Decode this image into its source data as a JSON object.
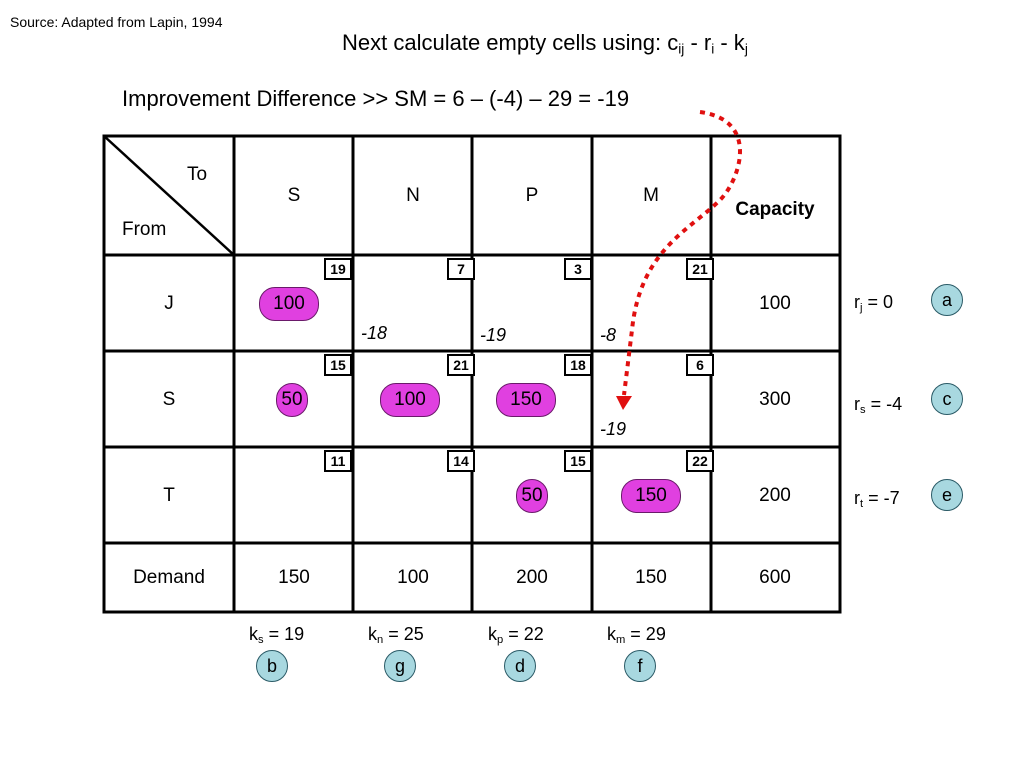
{
  "source": "Source:  Adapted from Lapin, 1994",
  "heading": {
    "text": "Next calculate empty cells using:  c",
    "sub1": "ij",
    "mid1": " - r",
    "sub2": "i",
    "mid2": "  -  k",
    "sub3": "j"
  },
  "improvement": "Improvement Difference >>   SM = 6 – (-4) – 29 = -19",
  "corner": {
    "to": "To",
    "from": "From"
  },
  "columns": [
    "S",
    "N",
    "P",
    "M"
  ],
  "capacity_label": "Capacity",
  "rows": [
    {
      "label": "J",
      "costs": [
        "19",
        "7",
        "3",
        "21"
      ],
      "alloc": [
        "100",
        "",
        "",
        ""
      ],
      "diffs": [
        "",
        "-18",
        "-19",
        "-8"
      ],
      "capacity": "100",
      "r_name": "j",
      "r_value": " = 0",
      "circle": "a"
    },
    {
      "label": "S",
      "costs": [
        "15",
        "21",
        "18",
        "6"
      ],
      "alloc": [
        "50",
        "100",
        "150",
        ""
      ],
      "diffs": [
        "",
        "",
        "",
        "-19"
      ],
      "capacity": "300",
      "r_name": "s",
      "r_value": " = -4",
      "circle": "c"
    },
    {
      "label": "T",
      "costs": [
        "11",
        "14",
        "15",
        "22"
      ],
      "alloc": [
        "",
        "",
        "50",
        "150"
      ],
      "diffs": [
        "",
        "",
        "",
        ""
      ],
      "capacity": "200",
      "r_name": "t",
      "r_value": " = -7",
      "circle": "e"
    }
  ],
  "demand": {
    "label": "Demand",
    "values": [
      "150",
      "100",
      "200",
      "150"
    ],
    "total": "600"
  },
  "k_values": [
    {
      "name": "s",
      "value": " = 19",
      "circle": "b"
    },
    {
      "name": "n",
      "value": " = 25",
      "circle": "g"
    },
    {
      "name": "p",
      "value": " = 22",
      "circle": "d"
    },
    {
      "name": "m",
      "value": " = 29",
      "circle": "f"
    }
  ],
  "colors": {
    "allocation_fill": "#e040e0",
    "circle_fill": "#a8d8e0",
    "arrow": "#e01010"
  }
}
